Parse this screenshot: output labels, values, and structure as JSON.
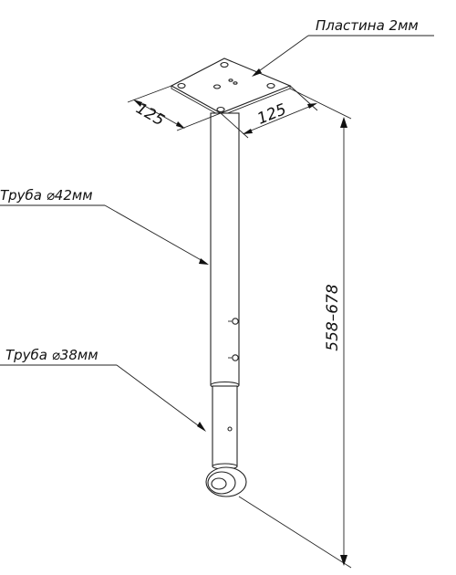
{
  "labels": {
    "plate": "Пластина 2мм",
    "pipe_large": "Труба ⌀42мм",
    "pipe_small": "Труба ⌀38мм"
  },
  "dimensions": {
    "plate_width": "125",
    "plate_depth": "125",
    "height_range": "558–678"
  }
}
